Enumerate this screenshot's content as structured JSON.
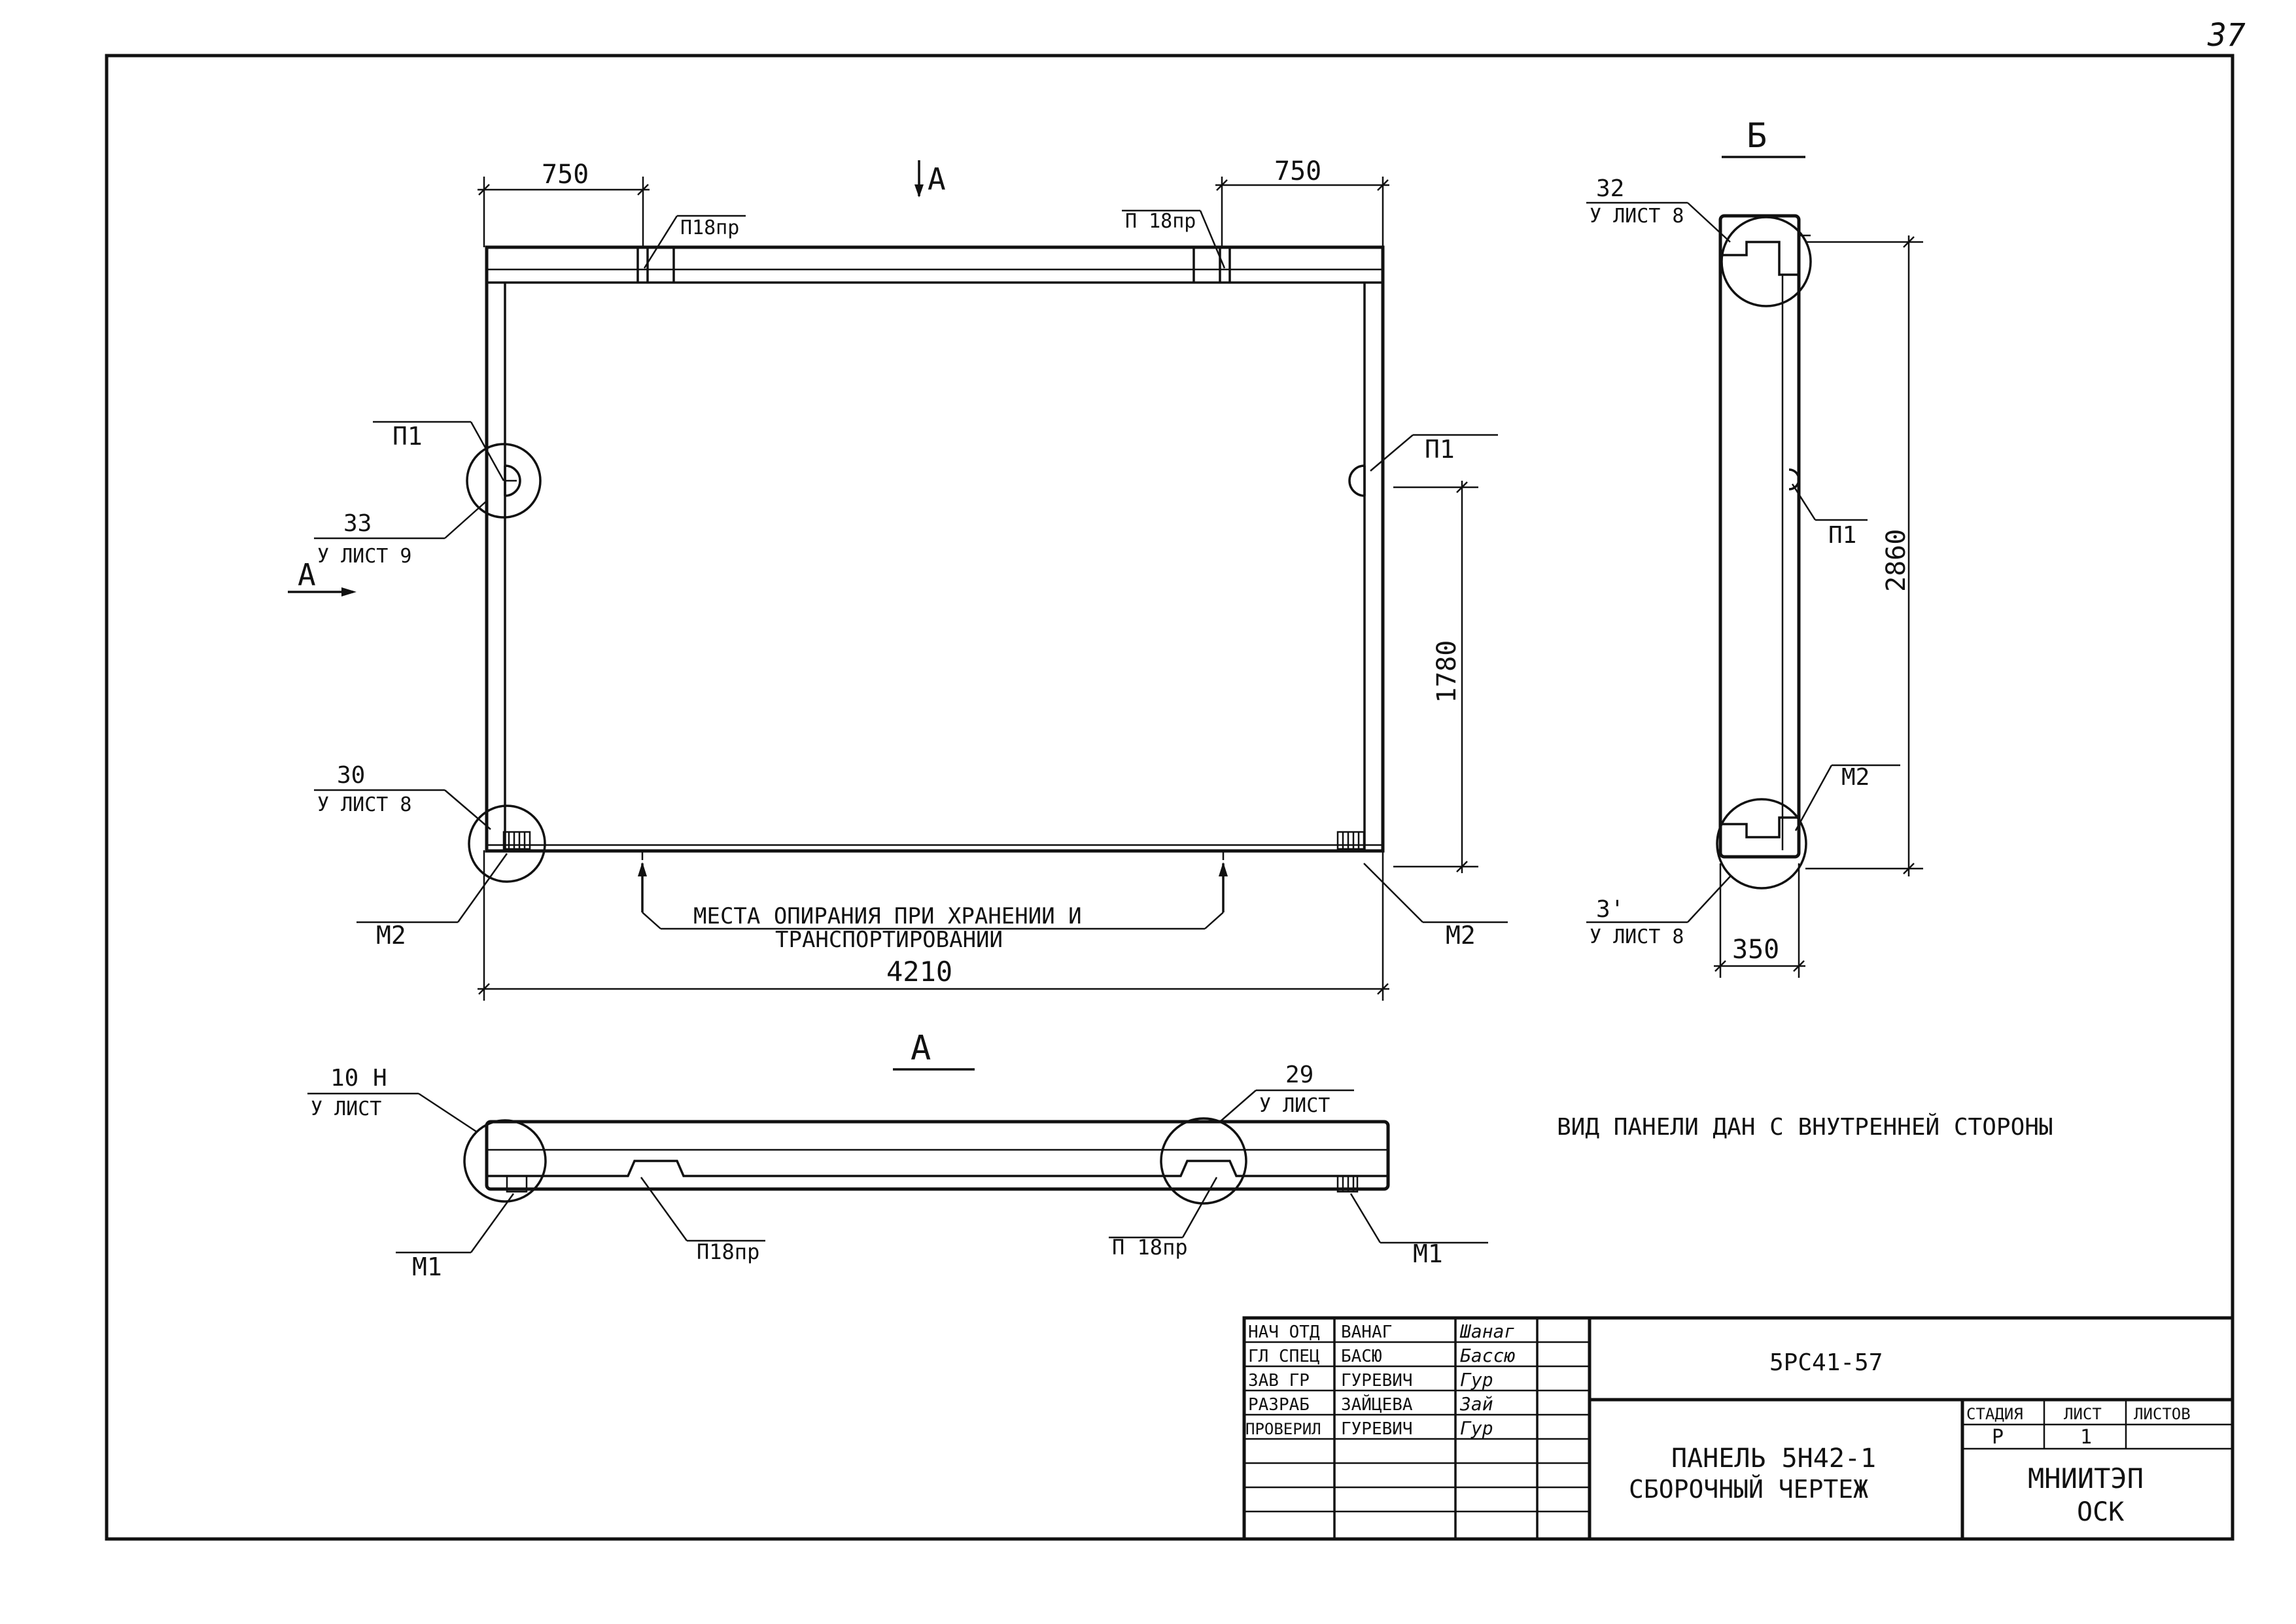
{
  "page": {
    "number": "37"
  },
  "front_view": {
    "dim_left": "750",
    "dim_right": "750",
    "dim_width": "4210",
    "dim_height": "1780",
    "view_arrow_top": "A",
    "view_arrow_left": "A",
    "label_p18_left": "П18пр",
    "label_p18_right": "П 18пр",
    "label_p1_left": "П1",
    "label_p1_right": "П1",
    "callout_33_num": "33",
    "callout_33_sheet": "У ЛИСТ 9",
    "callout_30_num": "30",
    "callout_30_sheet": "У ЛИСТ 8",
    "label_m2_left": "М2",
    "label_m2_right": "М2",
    "support_note_line1": "МЕСТА ОПИРАНИЯ ПРИ ХРАНЕНИИ И",
    "support_note_line2": "ТРАНСПОРТИРОВАНИИ"
  },
  "side_view": {
    "title": "Б",
    "callout_32_num": "32",
    "callout_32_sheet": "У ЛИСТ 8",
    "callout_3_num": "3'",
    "callout_3_sheet": "У ЛИСТ 8",
    "label_p1": "П1",
    "label_m2": "М2",
    "dim_height": "2860",
    "dim_thickness": "350"
  },
  "top_view": {
    "title": "А",
    "callout_10_num": "10 Н",
    "callout_10_sheet": "У ЛИСТ",
    "callout_29_num": "29",
    "callout_29_sheet": "У ЛИСТ",
    "label_m1_left": "М1",
    "label_m1_right": "М1",
    "label_p18_left": "П18пр",
    "label_p18_right": "П 18пр"
  },
  "note": "ВИД ПАНЕЛИ ДАН С ВНУТРЕННЕЙ СТОРОНЫ",
  "title_block": {
    "roles": [
      {
        "role": "НАЧ ОТД",
        "name": "ВАНАГ",
        "sign": "Шанаг"
      },
      {
        "role": "ГЛ СПЕЦ",
        "name": "БАСЮ",
        "sign": "Бассю"
      },
      {
        "role": "ЗАВ ГР",
        "name": "ГУРЕВИЧ",
        "sign": "Гур"
      },
      {
        "role": "РАЗРАБ",
        "name": "ЗАЙЦЕВА",
        "sign": "Зай"
      },
      {
        "role": "ПРОВЕРИЛ",
        "name": "ГУРЕВИЧ",
        "sign": "Гур"
      }
    ],
    "code": "5РС41-57",
    "title_line1": "ПАНЕЛЬ 5Н42-1",
    "title_line2": "СБОРОЧНЫЙ ЧЕРТЕЖ",
    "stage_header": "СТАДИЯ",
    "sheet_header": "ЛИСТ",
    "sheets_header": "ЛИСТОВ",
    "stage_value": "Р",
    "sheet_value": "1",
    "sheets_value": "",
    "org_line1": "МНИИТЭП",
    "org_line2": "ОСК"
  }
}
